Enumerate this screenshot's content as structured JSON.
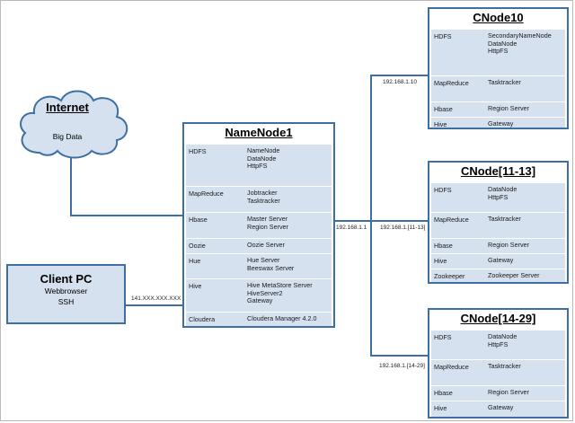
{
  "internet": {
    "title": "Internet",
    "text": "Big Data"
  },
  "client": {
    "title": "Client PC",
    "lines": [
      "Webbrowser",
      "SSH"
    ]
  },
  "namenode": {
    "title": "NameNode1",
    "rows": [
      {
        "key": "HDFS",
        "values": [
          "NameNode",
          "DataNode",
          "HttpFS"
        ]
      },
      {
        "key": "MapReduce",
        "values": [
          "Jobtracker",
          "Tasktracker"
        ]
      },
      {
        "key": "Hbase",
        "values": [
          "Master Server",
          "Region Server"
        ]
      },
      {
        "key": "Oozie",
        "values": [
          "Oozie Server"
        ]
      },
      {
        "key": "Hue",
        "values": [
          "Hue Server",
          "Beeswax Server"
        ]
      },
      {
        "key": "Hive",
        "values": [
          "Hive MetaStore Server",
          "HiveServer2",
          "Gateway"
        ]
      },
      {
        "key": "Cloudera",
        "values": [
          "Cloudera Manager 4.2.0"
        ]
      }
    ]
  },
  "cnode10": {
    "title": "CNode10",
    "rows": [
      {
        "key": "HDFS",
        "values": [
          "SecondaryNameNode",
          "DataNode",
          "HttpFS"
        ]
      },
      {
        "key": "MapReduce",
        "values": [
          "Tasktracker"
        ]
      },
      {
        "key": "Hbase",
        "values": [
          "Region Server"
        ]
      },
      {
        "key": "Hive",
        "values": [
          "Gateway"
        ]
      }
    ]
  },
  "cnode11": {
    "title": "CNode[11-13]",
    "rows": [
      {
        "key": "HDFS",
        "values": [
          "DataNode",
          "HttpFS"
        ]
      },
      {
        "key": "MapReduce",
        "values": [
          "Tasktracker"
        ]
      },
      {
        "key": "Hbase",
        "values": [
          "Region Server"
        ]
      },
      {
        "key": "Hive",
        "values": [
          "Gateway"
        ]
      },
      {
        "key": "Zookeeper",
        "values": [
          "Zookeeper Server"
        ]
      }
    ]
  },
  "cnode14": {
    "title": "CNode[14-29]",
    "rows": [
      {
        "key": "HDFS",
        "values": [
          "DataNode",
          "HttpFS"
        ]
      },
      {
        "key": "MapReduce",
        "values": [
          "Tasktracker"
        ]
      },
      {
        "key": "Hbase",
        "values": [
          "Region Server"
        ]
      },
      {
        "key": "Hive",
        "values": [
          "Gateway"
        ]
      }
    ]
  },
  "ips": {
    "client_link": "141.XXX.XXX.XXX",
    "namenode": "192.168.1.1",
    "cnode10": "192.168.1.10",
    "cnode11": "192.168.1.[11-13]",
    "cnode14": "192.168.1.[14-29]"
  }
}
